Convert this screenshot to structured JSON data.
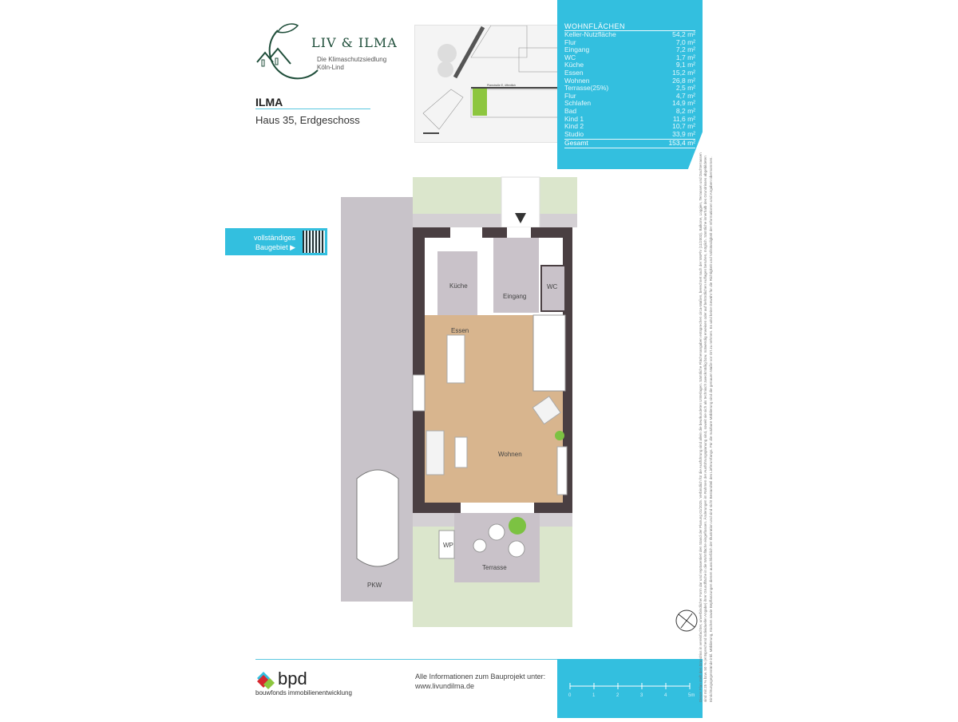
{
  "header": {
    "brand_name": "LIV & ILMA",
    "brand_sub_1": "Die Klimaschutzsiedlung",
    "brand_sub_2": "Köln-Lind",
    "project": "ILMA",
    "house": "Haus 35, Erdgeschoss"
  },
  "areas": {
    "title": "WOHNFLÄCHEN",
    "rows": [
      {
        "room": "Keller-Nutzfläche",
        "area": "54,2 m²"
      },
      {
        "room": "Flur",
        "area": "7,0 m²"
      },
      {
        "room": "Eingang",
        "area": "7,2 m²"
      },
      {
        "room": "WC",
        "area": "1,7 m²"
      },
      {
        "room": "Küche",
        "area": "9,1 m²"
      },
      {
        "room": "Essen",
        "area": "15,2 m²"
      },
      {
        "room": "Wohnen",
        "area": "26,8 m²"
      },
      {
        "room": "Terrasse(25%)",
        "area": "2,5 m²"
      },
      {
        "room": "Flur",
        "area": "4,7 m²"
      },
      {
        "room": "Schlafen",
        "area": "14,9 m²"
      },
      {
        "room": "Bad",
        "area": "8,2 m²"
      },
      {
        "room": "Kind 1",
        "area": "11,6 m²"
      },
      {
        "room": "Kind 2",
        "area": "10,7 m²"
      },
      {
        "room": "Studio",
        "area": "33,9 m²"
      }
    ],
    "total_label": "Gesamt",
    "total_area": "153,4 m²"
  },
  "siteplan": {
    "street": "Planstraße E, öffentlich"
  },
  "qr_button": {
    "line1": "vollständiges",
    "line2": "Baugebiet ▶"
  },
  "plan": {
    "rooms": {
      "kueche": "Küche",
      "eingang": "Eingang",
      "wc": "WC",
      "essen": "Essen",
      "wohnen": "Wohnen",
      "terrasse": "Terrasse",
      "wp": "WP",
      "pkw": "PKW"
    }
  },
  "footer": {
    "bpd": "bpd",
    "bpd_sub": "bouwfonds immobilienentwicklung",
    "info_line": "Alle Informationen zum Bauprojekt unter:",
    "url": "www.livundilma.de",
    "scale_ticks": [
      "0",
      "1",
      "2",
      "3",
      "4",
      "5m"
    ]
  },
  "disclaimer": [
    "Dieser Plan stellt den Grundriss in vereinfachter, unverbindlicher Form dar und repräsentiert den Stand der Planung 01/2025. Verbindlich für die Ausführung sind allein die beurkundeten Unterlagen. Sämtliche Flächenangaben entsprechen circa-Maßen, berechnet nach der WoFlV (11/2003). Balkone, Loggien, Terrassen und Dachterrassen",
    "sind mit 25 % bzw. 50 % (entsprechend individueller Angabe) ihrer Grundfläche in die Wohnfläche eingeflossen. Änderungen im Rahmen der Ausführungsplanung sind, soweit sie sich als technisch zweckmäßig bzw. notwendig erweisen oder auf behördlichen Auflagen beruhen, möglich. Sämtliche innerhalb des Grundrisses abgebildeten",
    "Einrichtungsgegenstände inkl. Möblierung, Küchen sowie Bepflanzungen dienen ausschließlich der Illustration und sind nicht Bestandteil des Lieferumfangs. Für die nutzbare Möblierung sind die genauen Maße vor Ort zu nehmen. Es wird keine Gewähr für die Richtigkeit und Vollständigkeit der Informationen und Angaben übernommen."
  ],
  "colors": {
    "accent": "#33bfdf",
    "wall": "#4a3f42",
    "wood": "#d8b58e",
    "tile": "#c9c2c9",
    "grass": "#dbe6cc",
    "brand_green": "#1f4e3a"
  }
}
